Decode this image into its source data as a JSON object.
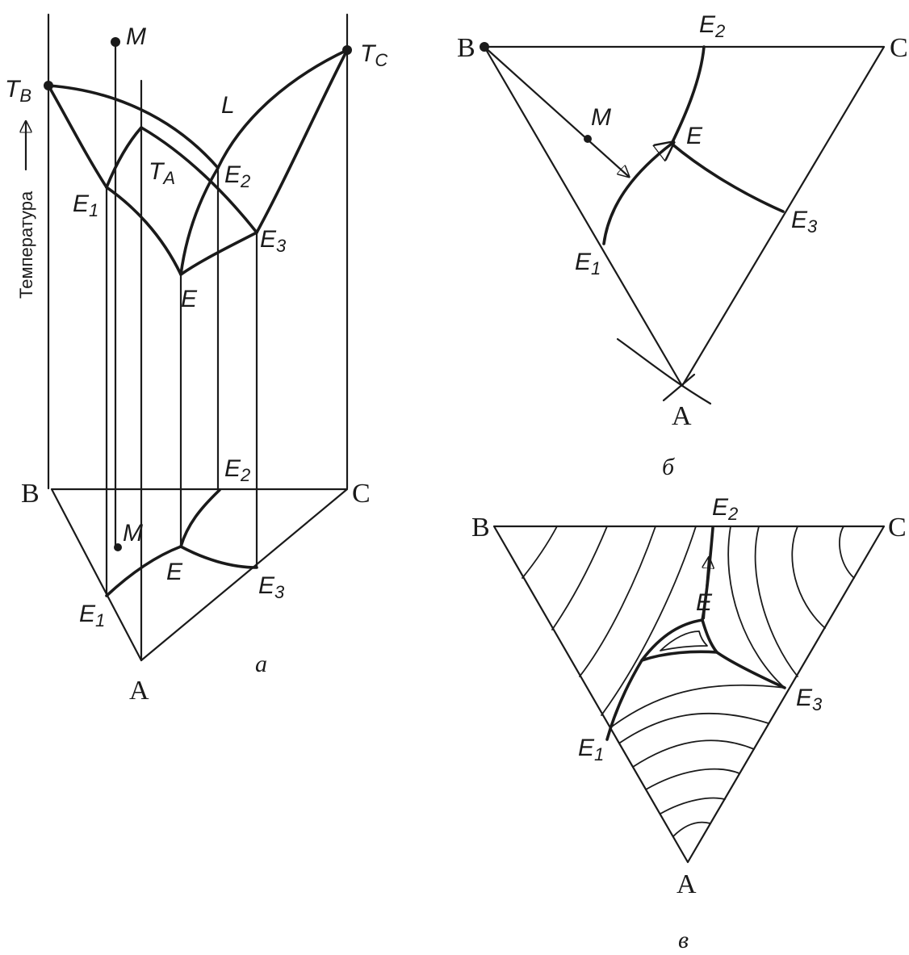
{
  "panel_a": {
    "panel_label": "a",
    "axis_label": "Температура",
    "vertices": {
      "B": "B",
      "C": "C",
      "A": "A"
    },
    "temp_labels": {
      "TB_main": "T",
      "TB_sub": "B",
      "TC_main": "T",
      "TC_sub": "C",
      "TA_main": "T",
      "TA_sub": "A"
    },
    "liquid_label": "L",
    "points": {
      "M_top": "M",
      "M_base": "M",
      "E_top": "E",
      "E_base": "E"
    },
    "eutectics": {
      "E1_top_main": "E",
      "E1_top_sub": "1",
      "E2_top_main": "E",
      "E2_top_sub": "2",
      "E3_top_main": "E",
      "E3_top_sub": "3",
      "E1_base_main": "E",
      "E1_base_sub": "1",
      "E2_base_main": "E",
      "E2_base_sub": "2",
      "E3_base_main": "E",
      "E3_base_sub": "3"
    }
  },
  "panel_b": {
    "panel_label": "б",
    "vertices": {
      "B": "B",
      "C": "C",
      "A": "A"
    },
    "points": {
      "M": "M",
      "E": "E"
    },
    "eutectics": {
      "E1_main": "E",
      "E1_sub": "1",
      "E2_main": "E",
      "E2_sub": "2",
      "E3_main": "E",
      "E3_sub": "3"
    }
  },
  "panel_c": {
    "panel_label": "в",
    "vertices": {
      "B": "B",
      "C": "C",
      "A": "A"
    },
    "points": {
      "E": "E"
    },
    "eutectics": {
      "E1_main": "E",
      "E1_sub": "1",
      "E2_main": "E",
      "E2_sub": "2",
      "E3_main": "E",
      "E3_sub": "3"
    }
  },
  "colors": {
    "ink": "#1a1a1a",
    "background": "#ffffff"
  }
}
